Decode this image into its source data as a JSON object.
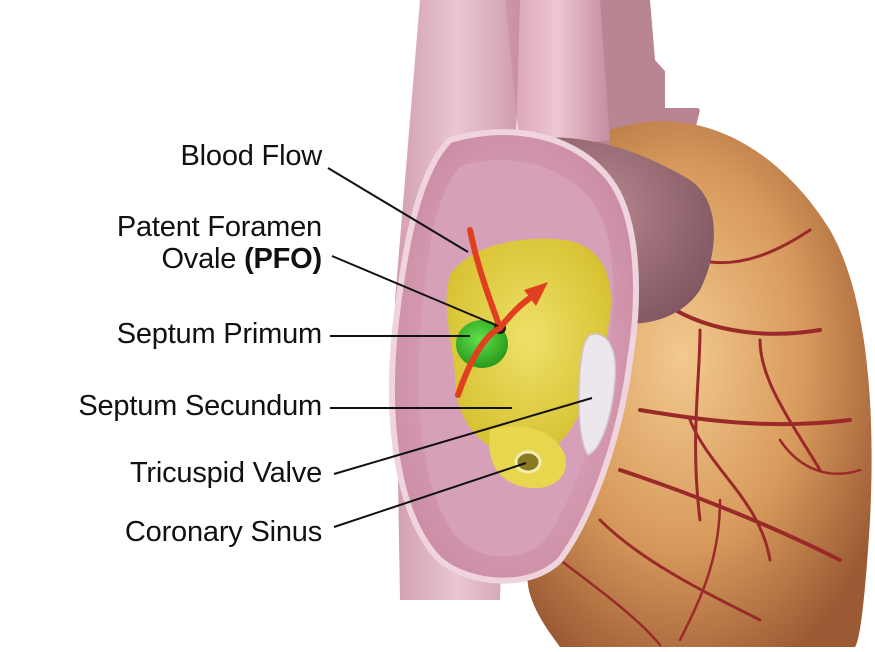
{
  "labels": {
    "blood_flow": "Blood Flow",
    "pfo_line1": "Patent Foramen",
    "pfo_line2_prefix": "Ovale ",
    "pfo_line2_bold": "(PFO)",
    "septum_primum": "Septum Primum",
    "septum_secundum": "Septum Secundum",
    "tricuspid_valve": "Tricuspid Valve",
    "coronary_sinus": "Coronary Sinus"
  },
  "colors": {
    "heart_muscle": "#d89a5c",
    "atrium_wall": "#d99ab3",
    "septum_secundum": "#e0cf3e",
    "septum_primum": "#3fbf2a",
    "blood_flow": "#e0401f",
    "vessels": "#9a2a2a",
    "leader_line": "#111111"
  }
}
